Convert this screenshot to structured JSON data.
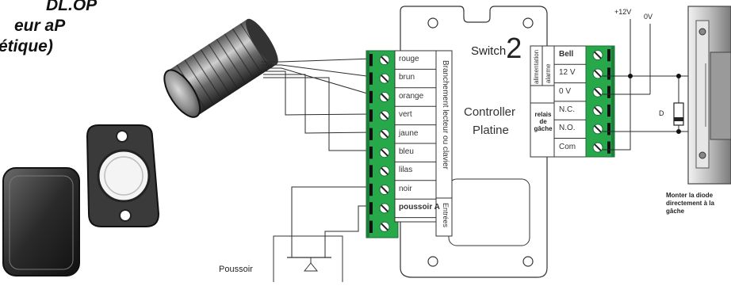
{
  "title": {
    "line1": "DL.OP",
    "line2": "eur aP",
    "line3": "étique)"
  },
  "device": {
    "brand": "Switch",
    "brand_num": "2",
    "name1": "Controller",
    "name2": "Platine"
  },
  "left_terminals": [
    "rouge",
    "brun",
    "orange",
    "vert",
    "jaune",
    "bleu",
    "lilas",
    "noir",
    "poussoir A",
    ""
  ],
  "left_group_label": "Branchement lecteur ou clavier",
  "entrees_label": "Entrées",
  "right_terminals": [
    "Bell",
    "12 V",
    "0 V",
    "N.C.",
    "N.O.",
    "Com"
  ],
  "group_alarme": "alarme",
  "group_alimentation": "alimentation",
  "group_relais": "relais de gâche",
  "supply_plus": "+12V",
  "supply_zero": "0V",
  "diode_label": "D",
  "diode_note": [
    "Monter la diode",
    "directement à la",
    "gâche"
  ],
  "pushbutton_label": "Poussoir",
  "colors": {
    "terminal_green": "#27a84a",
    "wire": "#2b2b2b",
    "outline": "#333333"
  }
}
